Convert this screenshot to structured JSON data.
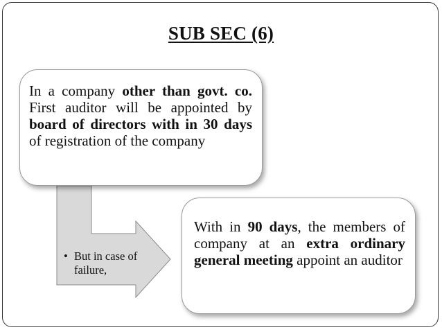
{
  "title": "SUB SEC (6)",
  "top_box": {
    "segments": [
      {
        "text": "In a company ",
        "bold": false
      },
      {
        "text": "other than govt. co.",
        "bold": true
      },
      {
        "text": " First auditor will be appointed by ",
        "bold": false
      },
      {
        "text": "board of directors with in 30 days",
        "bold": true
      },
      {
        "text": " of registration of the company",
        "bold": false
      }
    ]
  },
  "arrow": {
    "bullet": "•",
    "label": "But in case of failure,"
  },
  "bottom_box": {
    "segments": [
      {
        "text": "With in ",
        "bold": false
      },
      {
        "text": "90 days",
        "bold": true
      },
      {
        "text": ", the members of company at an ",
        "bold": false
      },
      {
        "text": "extra ordinary general meeting",
        "bold": true
      },
      {
        "text": " appoint an auditor",
        "bold": false
      }
    ]
  },
  "colors": {
    "arrow_fill": "#d9d9d9",
    "arrow_stroke": "#8a8a8a",
    "frame": "#333333"
  }
}
